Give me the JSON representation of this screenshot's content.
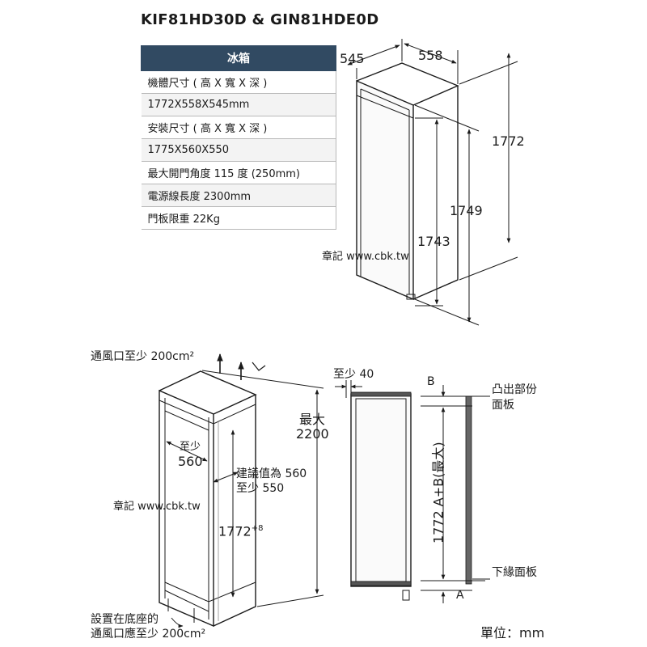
{
  "title": "KIF81HD30D & GIN81HDE0D",
  "spec_table": {
    "header": "冰箱",
    "rows": [
      "機體尺寸 ( 高 X 寬 X 深 )",
      "1772X558X545mm",
      "安裝尺寸 ( 高 X 寬 X 深 )",
      "1775X560X550",
      "最大開門角度 115 度 (250mm)",
      "電源線長度 2300mm",
      "門板限重 22Kg"
    ]
  },
  "watermark": "章記 www.cbk.tw",
  "top_diagram": {
    "depth": "545",
    "width": "558",
    "height_total": "1772",
    "height_mid": "1749",
    "height_inner": "1743"
  },
  "niche_diagram": {
    "vent_top": "通風口至少 200cm²",
    "min_label": "至少",
    "min_width": "560",
    "recommend_1": "建議值為 560",
    "recommend_2": "至少 550",
    "max_label": "最大",
    "max_value": "2200",
    "niche_height": "1772",
    "niche_height_sup": "+8",
    "vent_bottom_1": "設置在底座的",
    "vent_bottom_2": "通風口應至少 200cm²"
  },
  "side_diagram": {
    "gap_label": "至少 40",
    "b_label": "B",
    "a_label": "A",
    "height_label": "1772 A+B(最大)",
    "top_panel_1": "凸出部份",
    "top_panel_2": "面板",
    "bottom_panel": "下緣面板"
  },
  "unit_label": "單位：mm"
}
